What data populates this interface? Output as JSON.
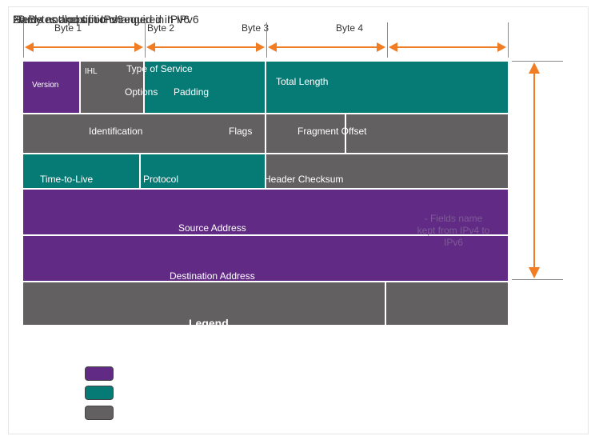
{
  "title_overlapping": [
    "20 Bytes and options required in IPv6",
    "Fields not kept in IPv6",
    "Name and position changed in IPv6"
  ],
  "bytes": [
    "Byte 1",
    "Byte 2",
    "Byte 3",
    "Byte 4"
  ],
  "fields": {
    "version": "Version",
    "ihl": "IHL",
    "tos": "Type of Service",
    "options": "Options",
    "padding": "Padding",
    "total_length": "Total Length",
    "identification": "Identification",
    "flags": "Flags",
    "fragment_offset": "Fragment Offset",
    "ttl": "Time-to-Live",
    "protocol": "Protocol",
    "checksum": "Header Checksum",
    "source": "Source Address",
    "destination": "Destination Address"
  },
  "note": "- Fields name kept from IPv4 to IPv6",
  "legend_title": "Legend",
  "colors": {
    "purple": "#612a84",
    "teal": "#067b75",
    "gray": "#636061",
    "arrow": "#f07c24"
  }
}
